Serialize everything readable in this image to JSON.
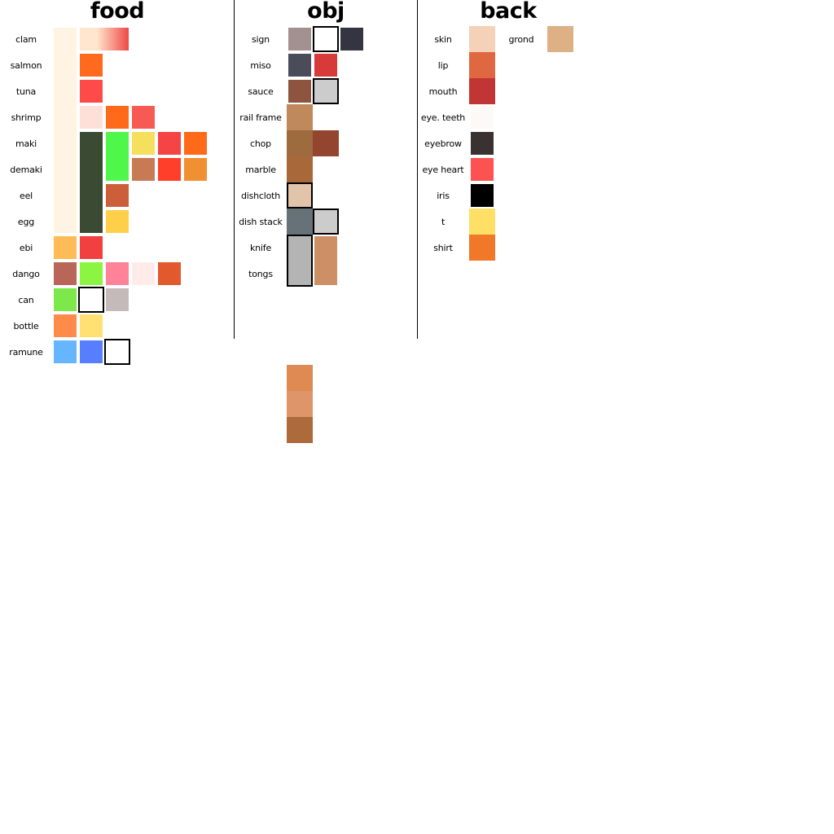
{
  "sections": {
    "food": "food",
    "obj": "obj",
    "back": "back"
  },
  "food_labels": [
    "clam",
    "salmon",
    "tuna",
    "shrimp",
    "maki",
    "demaki",
    "eel",
    "egg",
    "ebi",
    "dango",
    "can",
    "bottle",
    "ramune"
  ],
  "obj_labels": [
    "sign",
    "miso",
    "sauce",
    "rail frame",
    "chop",
    "marble",
    "dishcloth",
    "dish stack",
    "knife",
    "tongs"
  ],
  "back_labels": [
    "skin",
    "lip",
    "mouth",
    "eye. teeth",
    "eyebrow",
    "eye heart",
    "iris",
    "t",
    "shirt",
    "grond"
  ],
  "palette": {
    "rice_column": "#fff4e4",
    "nori_column": "#3b4b33",
    "clam_gradient_from": "#ffe6cc",
    "clam_gradient_to": "#ef4848",
    "salmon": "#ff6a1f",
    "tuna": "#ff4a4a",
    "shrimp": [
      "#ffe0d8",
      "#ff6a1a",
      "#f75a55"
    ],
    "maki": [
      "#4ef74a",
      "#f5df5c",
      "#f54444",
      "#ff6a1a"
    ],
    "demaki": [
      "#c87a55",
      "#ff3f2a",
      "#f18f33"
    ],
    "eel": "#cc5f3a",
    "egg": "#ffcf4a",
    "ebi": [
      "#ffbb55",
      "#f23f3f"
    ],
    "dango": [
      "#b96659",
      "#8bf542",
      "#ff8299",
      "#ffebea",
      "#e2592e"
    ],
    "can": [
      "#7de84a",
      "#ffffff",
      "#c4baba"
    ],
    "bottle": [
      "#ff8b4a",
      "#ffe072"
    ],
    "ramune": [
      "#65b5ff",
      "#577eff",
      "#ffffff"
    ],
    "sign": [
      "#a39090",
      "#ffffff",
      "#353542"
    ],
    "miso": [
      "#4b4c5a",
      "#d83a3a"
    ],
    "sauce": [
      "#8d5440",
      "#cccccc"
    ],
    "wood_column": [
      "#c0895c",
      "#9e6b3f",
      "#a8683a"
    ],
    "chop_dark": "#944530",
    "dishcloth": "#e2c4aa",
    "dish_stack": [
      "#677178",
      "#cccccc"
    ],
    "knife_tongs_block": "#b4b4b4",
    "tongs_side": "#cd8f65",
    "extra_column": [
      "#de8a52",
      "#df956a",
      "#ad6a3a"
    ],
    "skin": "#f4d1b7",
    "lip": "#e06840",
    "mouth": "#c23535",
    "eye_teeth": "#fdf9f7",
    "eyebrow": "#3a3232",
    "eye_heart": "#fd5252",
    "iris": "#000000",
    "t": "#ffe066",
    "shirt": "#f27829",
    "grond": "#deb085",
    "outline": "#000000"
  }
}
